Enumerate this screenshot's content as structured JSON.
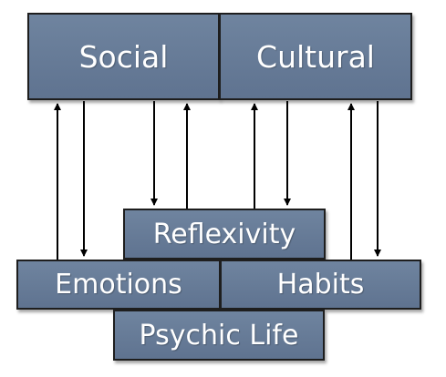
{
  "boxes": {
    "social": "Social",
    "cultural": "Cultural",
    "reflexivity": "Reflexivity",
    "emotions": "Emotions",
    "habits": "Habits",
    "psychic_life": "Psychic Life"
  },
  "colors": {
    "box_fill": "#6a7f9b",
    "box_border": "#1e1e1e",
    "text": "#ffffff",
    "arrow": "#000000"
  }
}
